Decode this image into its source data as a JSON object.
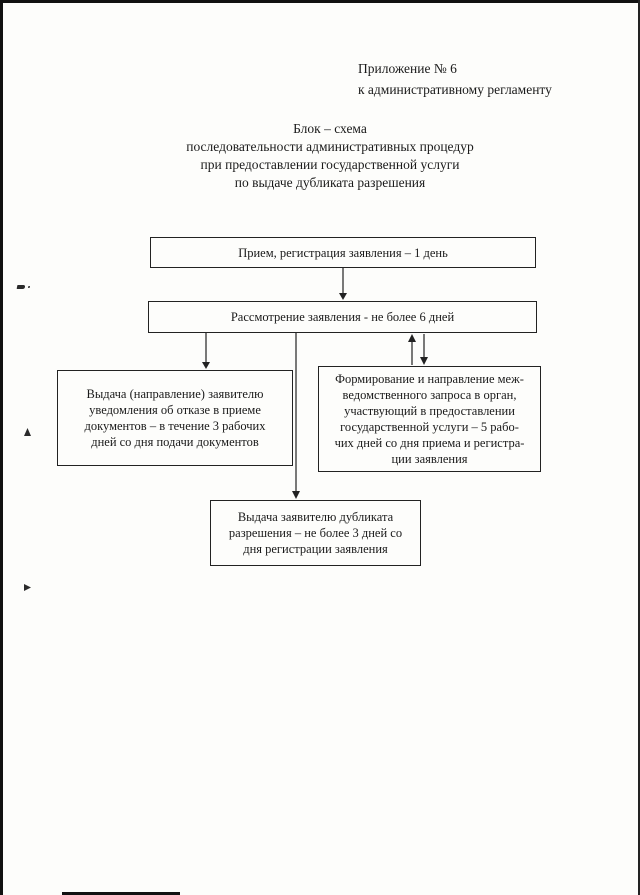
{
  "colors": {
    "paper": "#fdfdfb",
    "ink": "#1a1a1a",
    "line": "#222222"
  },
  "header": {
    "appendix_line1": "Приложение № 6",
    "appendix_line2": "к административному регламенту",
    "title_lines": [
      "Блок – схема",
      "последовательности административных процедур",
      "при предоставлении государственной услуги",
      "по выдаче дубликата разрешения"
    ]
  },
  "flowchart": {
    "boxes": [
      {
        "name": "reception",
        "text": "Прием, регистрация заявления – 1 день"
      },
      {
        "name": "review",
        "text": "Рассмотрение заявления - не более 6 дней"
      },
      {
        "name": "refusal-notice",
        "text": "Выдача (направление) заявителю\nуведомления об отказе в приеме\nдокументов – в течение 3 рабочих\nдней со дня подачи документов"
      },
      {
        "name": "interagency-request",
        "text": "Формирование и направление меж-\nведомственного запроса в орган,\nучаствующий в предоставлении\nгосударственной услуги – 5 рабо-\nчих дней со дня приема и регистра-\nции заявления"
      },
      {
        "name": "duplicate-issuance",
        "text": "Выдача заявителю дубликата\nразрешения – не более 3 дней со\nдня регистрации заявления"
      }
    ]
  }
}
